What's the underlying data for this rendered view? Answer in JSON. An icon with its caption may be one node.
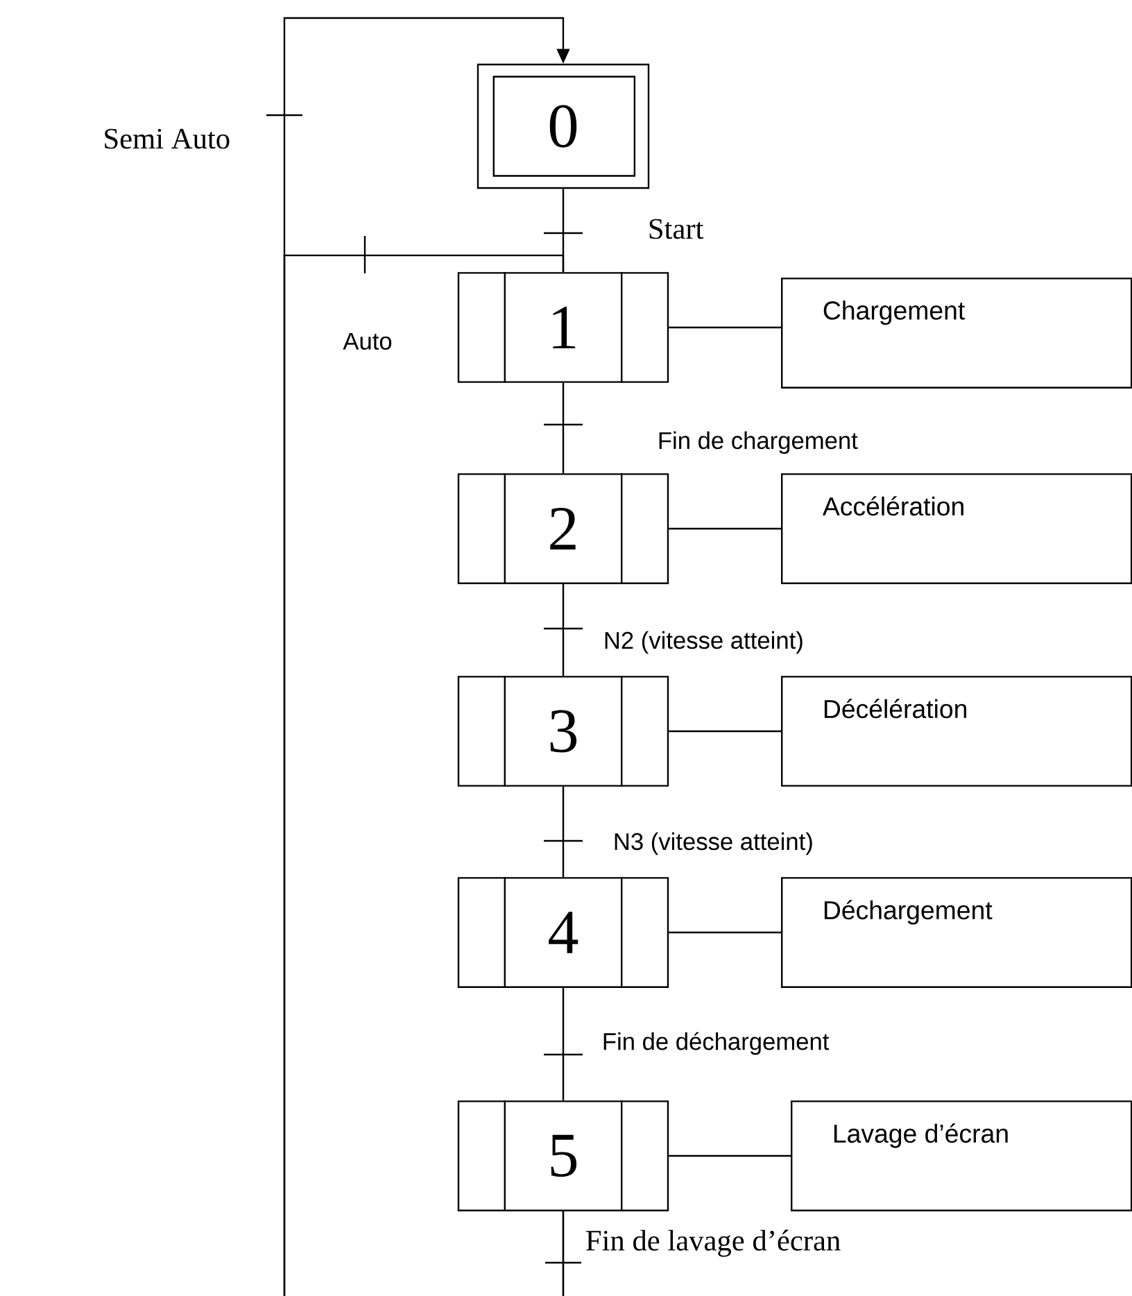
{
  "diagram": {
    "nodes": [
      {
        "text": [
          "0"
        ]
      },
      {
        "text": [
          "1"
        ]
      },
      {
        "text": [
          "2"
        ]
      },
      {
        "text": [
          "3"
        ]
      },
      {
        "text": [
          "4"
        ]
      },
      {
        "text": [
          "5"
        ]
      },
      {
        "text": [
          "Chargement"
        ]
      },
      {
        "text": [
          "Accélération"
        ]
      },
      {
        "text": [
          "Décélération"
        ]
      },
      {
        "text": [
          "Déchargement"
        ]
      },
      {
        "text": [
          "Lavage d’écran"
        ]
      }
    ],
    "edges": [
      {
        "from": 0,
        "to": 1,
        "arrow": "none",
        "label": "Start"
      },
      {
        "from": 1,
        "to": 2,
        "arrow": "none",
        "label": "Fin de chargement"
      },
      {
        "from": 2,
        "to": 3,
        "arrow": "none",
        "label": "N2 (vitesse atteint)"
      },
      {
        "from": 3,
        "to": 4,
        "arrow": "none",
        "label": "N3 (vitesse atteint)"
      },
      {
        "from": 4,
        "to": 5,
        "arrow": "none",
        "label": "Fin de déchargement"
      },
      {
        "from": 5,
        "to": 0,
        "arrow": "to",
        "label": "Semi Auto"
      },
      {
        "from": 5,
        "to": 1,
        "arrow": "none",
        "label": "Auto"
      },
      {
        "from": 1,
        "to": 6,
        "arrow": "none"
      },
      {
        "from": 2,
        "to": 7,
        "arrow": "none"
      },
      {
        "from": 3,
        "to": 8,
        "arrow": "none"
      },
      {
        "from": 4,
        "to": 9,
        "arrow": "none"
      },
      {
        "from": 5,
        "to": 10,
        "arrow": "none"
      }
    ],
    "labels": [
      "Fin de lavage d’écran"
    ]
  }
}
